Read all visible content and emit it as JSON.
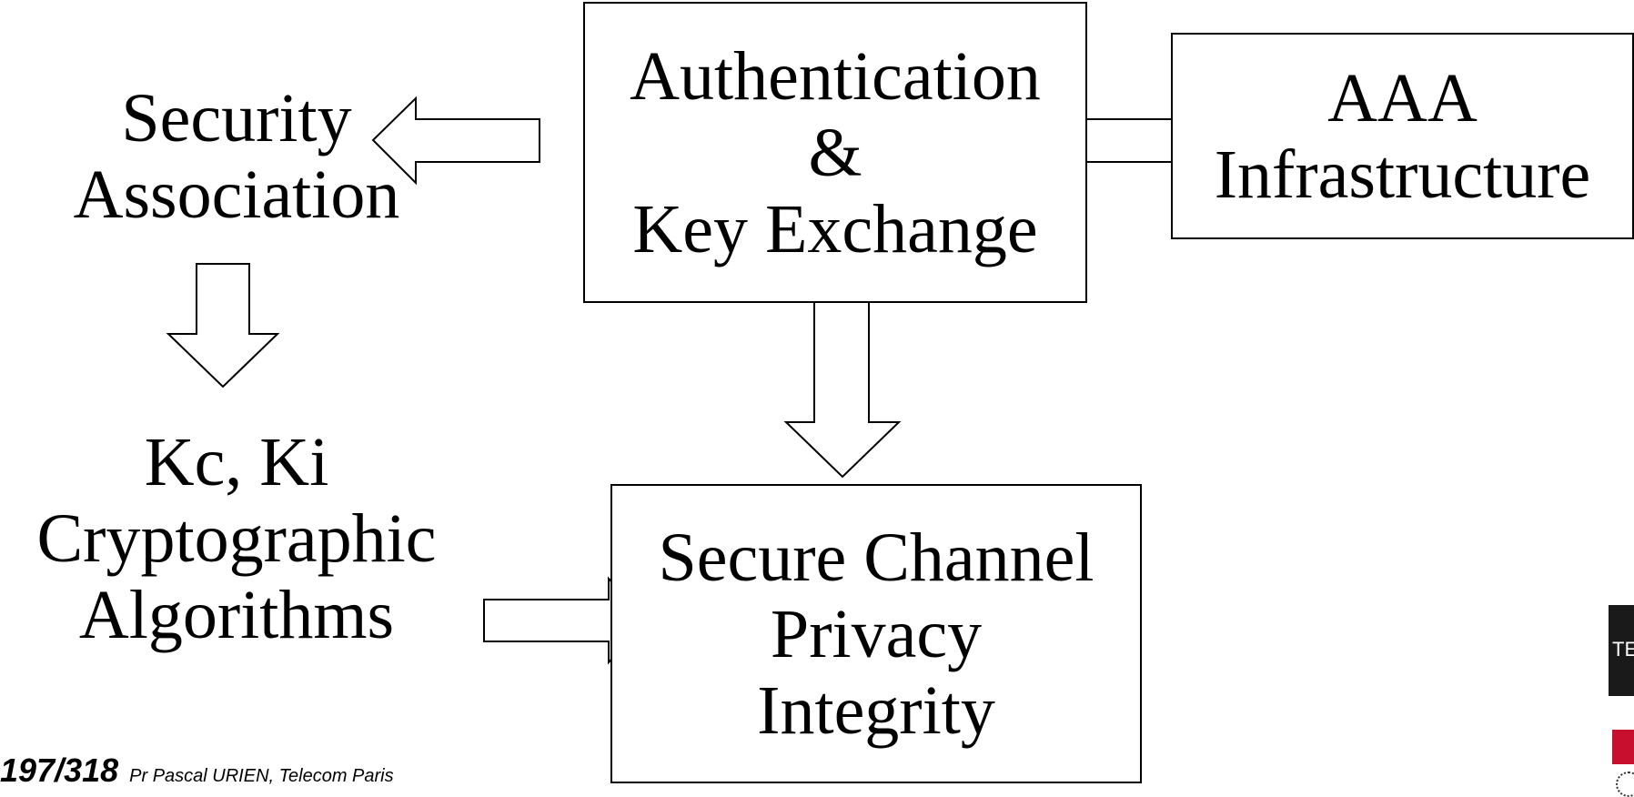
{
  "boxes": {
    "auth": {
      "line1": "Authentication",
      "line2": "&",
      "line3": "Key Exchange"
    },
    "aaa": {
      "line1": "AAA",
      "line2": "Infrastructure"
    },
    "secure_channel": {
      "line1": "Secure Channel",
      "line2": "Privacy",
      "line3": "Integrity"
    }
  },
  "labels": {
    "security_association": {
      "line1": "Security",
      "line2": "Association"
    },
    "crypto": {
      "line1": "Kc, Ki",
      "line2": "Cryptographic",
      "line3": "Algorithms"
    }
  },
  "footer": {
    "page": "197/318",
    "author": "Pr Pascal URIEN, Telecom Paris"
  },
  "logo": {
    "text": "TE"
  }
}
